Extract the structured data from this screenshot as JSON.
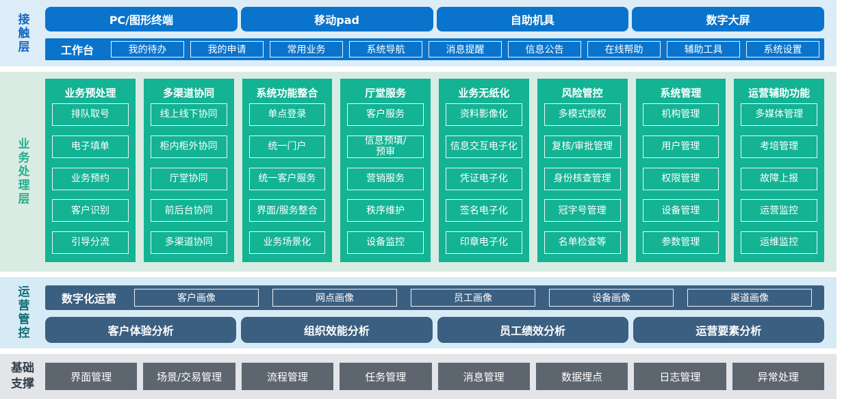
{
  "colors": {
    "accent_blue": "#0a74cc",
    "accent_green": "#13b394",
    "accent_slate": "#3b5f81",
    "accent_gray": "#5d666f",
    "bg_contact": "#dcedf8",
    "bg_business": "#d9ece3",
    "bg_operations": "#d7ebf6",
    "bg_foundation": "#e3e5e8",
    "label_blue": "#1565bd",
    "label_green": "#26ae8d",
    "label_teal": "#0e6e74",
    "label_dark": "#333c47"
  },
  "contact": {
    "label": "接触层",
    "devices": [
      "PC/图形终端",
      "移动pad",
      "自助机具",
      "数字大屏"
    ],
    "workbench": {
      "label": "工作台",
      "items": [
        "我的待办",
        "我的申请",
        "常用业务",
        "系统导航",
        "消息提醒",
        "信息公告",
        "在线帮助",
        "辅助工具",
        "系统设置"
      ]
    }
  },
  "business": {
    "label": "业务处理层",
    "columns": [
      {
        "title": "业务预处理",
        "items": [
          "排队取号",
          "电子填单",
          "业务预约",
          "客户识别",
          "引导分流"
        ]
      },
      {
        "title": "多渠道协同",
        "items": [
          "线上线下协同",
          "柜内柜外协同",
          "厅堂协同",
          "前后台协同",
          "多渠道协同"
        ]
      },
      {
        "title": "系统功能整合",
        "items": [
          "单点登录",
          "统一门户",
          "统一客户服务",
          "界面/服务整合",
          "业务场景化"
        ]
      },
      {
        "title": "厅堂服务",
        "items": [
          "客户服务",
          "信息预填/\n预审",
          "营销服务",
          "秩序维护",
          "设备监控"
        ]
      },
      {
        "title": "业务无纸化",
        "items": [
          "资料影像化",
          "信息交互电子化",
          "凭证电子化",
          "签名电子化",
          "印章电子化"
        ]
      },
      {
        "title": "风险管控",
        "items": [
          "多模式授权",
          "复核/审批管理",
          "身份核查管理",
          "冠字号管理",
          "名单检查等"
        ]
      },
      {
        "title": "系统管理",
        "items": [
          "机构管理",
          "用户管理",
          "权限管理",
          "设备管理",
          "参数管理"
        ]
      },
      {
        "title": "运营辅助功能",
        "items": [
          "多媒体管理",
          "考培管理",
          "故障上报",
          "运营监控",
          "运维监控"
        ]
      }
    ]
  },
  "operations": {
    "label": "运营管控",
    "digital_ops": {
      "label": "数字化运营",
      "items": [
        "客户画像",
        "网点画像",
        "员工画像",
        "设备画像",
        "渠道画像"
      ]
    },
    "analysis": [
      "客户体验分析",
      "组织效能分析",
      "员工绩效分析",
      "运营要素分析"
    ]
  },
  "foundation": {
    "label": "基础支撑",
    "items": [
      "界面管理",
      "场景/交易管理",
      "流程管理",
      "任务管理",
      "消息管理",
      "数据埋点",
      "日志管理",
      "异常处理"
    ]
  }
}
